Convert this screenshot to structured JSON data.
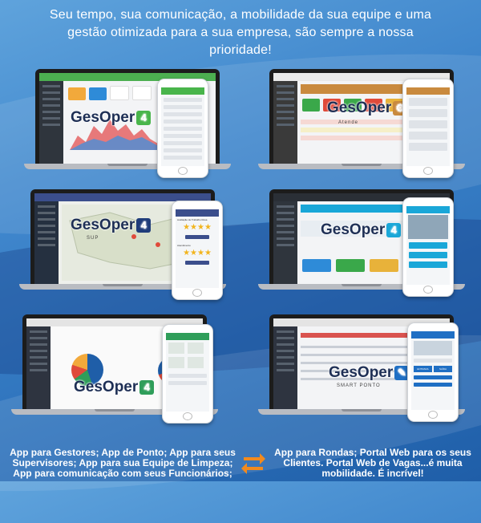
{
  "headline": {
    "line1": "Seu tempo, sua comunicação, a mobilidade da sua equipe e uma",
    "line2": "gestão otimizada para a sua empresa, são sempre a nossa",
    "line3": "prioridade!"
  },
  "devices": [
    {
      "logo": "GesOper",
      "badge": "4",
      "sub": "",
      "accent": "#49b54b"
    },
    {
      "logo": "GesOper",
      "badge": "",
      "sub": "Atende",
      "accent": "#c98a3e"
    },
    {
      "logo": "GesOper",
      "badge": "4",
      "sub": "SUP",
      "accent": "#1f3c7a"
    },
    {
      "logo": "GesOper",
      "badge": "4",
      "sub": "",
      "accent": "#1aa7d8"
    },
    {
      "logo": "GesOper",
      "badge": "4",
      "sub": "",
      "accent": "#2f9e5a"
    },
    {
      "logo": "GesOper",
      "badge": "",
      "sub": "SMART PONTO",
      "accent": "#1f6fc4"
    }
  ],
  "phone_labels": {
    "stars_title": "Avaliação de Trabalho Rosa",
    "stars_title2": "Atendimento",
    "entrada": "ENTRADA",
    "saida": "SAÍDA"
  },
  "footer": {
    "left_line1": "App para Gestores; App de Ponto; App para seus",
    "left_line2": "Supervisores; App para sua Equipe de Limpeza;",
    "left_line3": "App para comunicação com seus Funcionários;",
    "right_line1": "App para Rondas; Portal Web para os seus",
    "right_line2": "Clientes. Portal Web de Vagas...é muita",
    "right_line3": "mobilidade. É incrível!"
  },
  "colors": {
    "background": "#3f86cc",
    "swap_icon": "#f28a1e"
  }
}
